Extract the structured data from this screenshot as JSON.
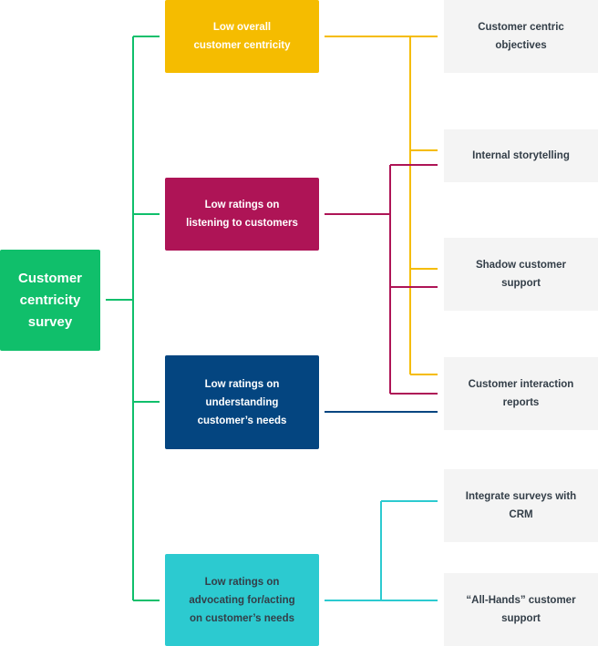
{
  "root": {
    "label": "Customer\ncentricity\nsurvey"
  },
  "causes": [
    {
      "label": "Low overall\ncustomer centricity",
      "color": "#f5bc00"
    },
    {
      "label": "Low ratings on\nlistening to customers",
      "color": "#ae1456"
    },
    {
      "label": "Low ratings on\nunderstanding\ncustomer’s needs",
      "color": "#044580"
    },
    {
      "label": "Low ratings on\nadvocating for/acting\non customer’s needs",
      "color": "#2ccad0"
    }
  ],
  "actions": [
    {
      "label": "Customer centric\nobjectives"
    },
    {
      "label": "Internal storytelling"
    },
    {
      "label": "Shadow customer\nsupport"
    },
    {
      "label": "Customer interaction\nreports"
    },
    {
      "label": "Integrate surveys with\nCRM"
    },
    {
      "label": "“All-Hands” customer\nsupport"
    }
  ],
  "colors": {
    "root": "#10bf6b",
    "text_dark": "#333e48",
    "action_bg": "#f4f4f4"
  }
}
